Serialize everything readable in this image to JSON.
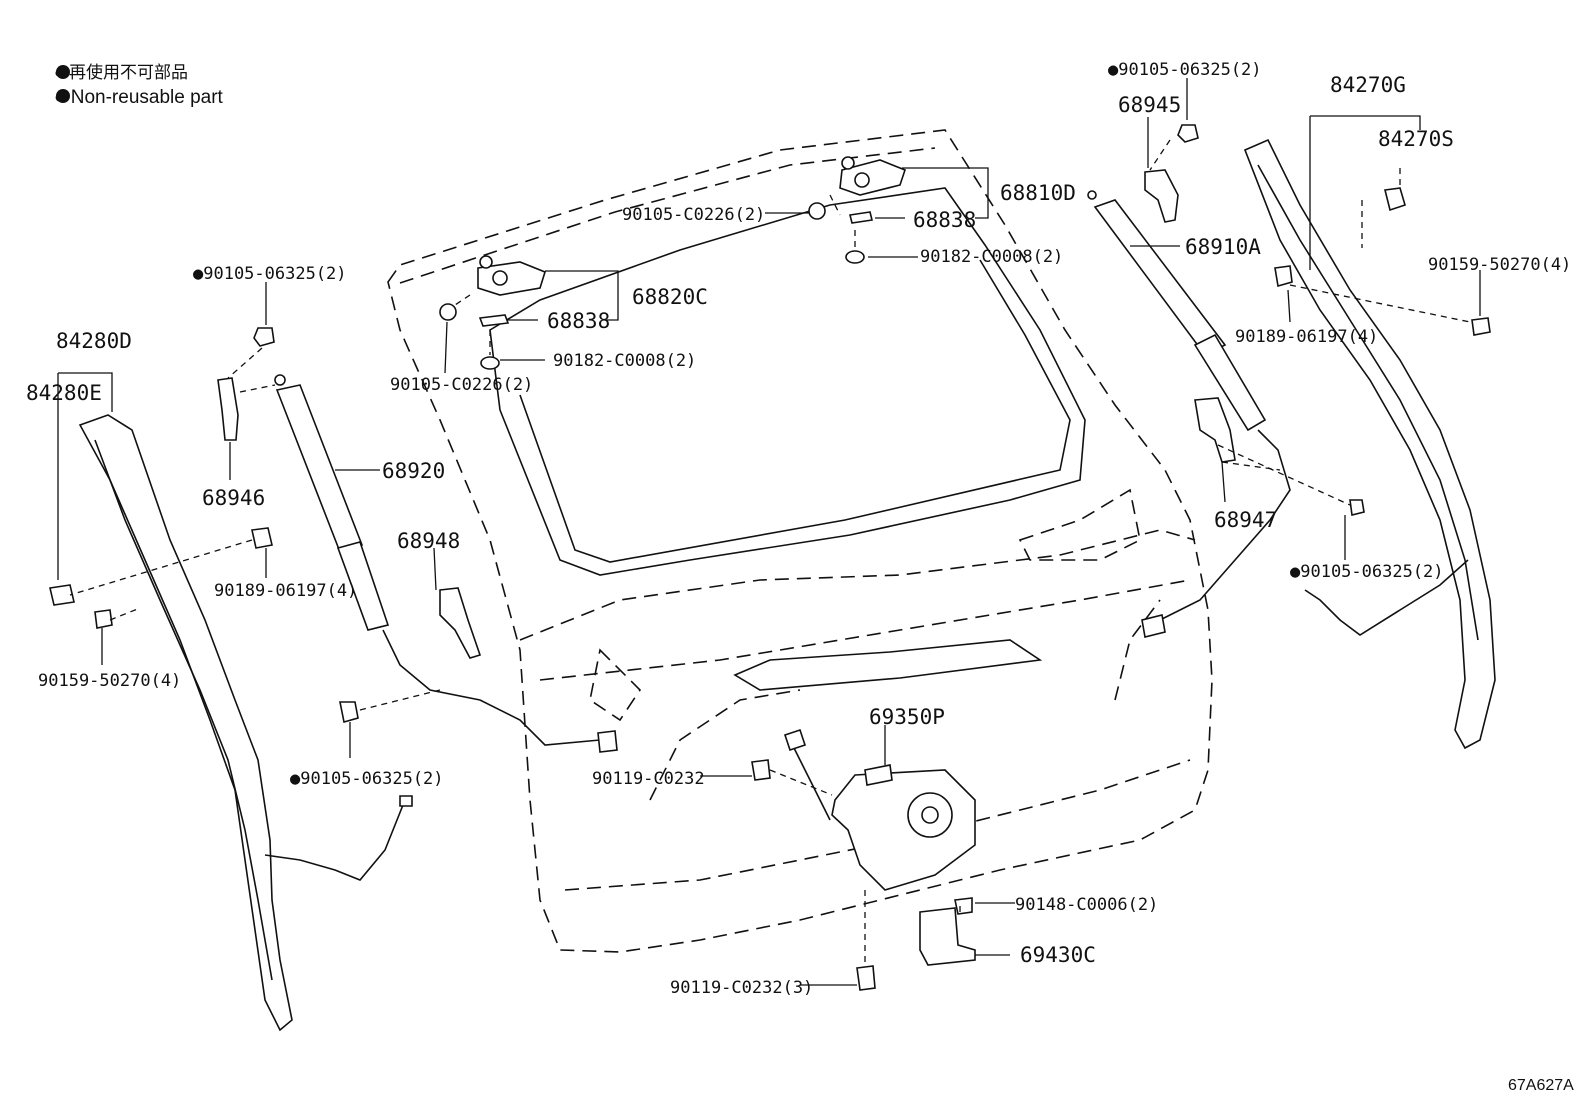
{
  "legend": {
    "line1": "● 再使用不可部品",
    "line2": "● Non-reusable part"
  },
  "figure_code": "67A627A",
  "parts": {
    "p_90105_06325_top_right": "●90105-06325(2)",
    "p_84270G": "84270G",
    "p_84270S": "84270S",
    "p_68945": "68945",
    "p_68810D": "68810D",
    "p_68838_upper": "68838",
    "p_90105_C0226_upper": "90105-C0226(2)",
    "p_90182_C0008_upper": "90182-C0008(2)",
    "p_68910A": "68910A",
    "p_90159_50270_right": "90159-50270(4)",
    "p_90189_06197_right": "90189-06197(4)",
    "p_68820C": "68820C",
    "p_68838_lower": "68838",
    "p_90182_C0008_lower": "90182-C0008(2)",
    "p_90105_C0226_lower": "90105-C0226(2)",
    "p_90105_06325_left_upper": "●90105-06325(2)",
    "p_84280D": "84280D",
    "p_84280E": "84280E",
    "p_68946": "68946",
    "p_68920": "68920",
    "p_68948": "68948",
    "p_90189_06197_left": "90189-06197(4)",
    "p_90159_50270_left": "90159-50270(4)",
    "p_90105_06325_left_lower": "●90105-06325(2)",
    "p_68947": "68947",
    "p_90105_06325_right_lower": "●90105-06325(2)",
    "p_69350P": "69350P",
    "p_90119_C0232": "90119-C0232",
    "p_90148_C0006": "90148-C0006(2)",
    "p_69430C": "69430C",
    "p_90119_C0232_3": "90119-C0232(3)"
  }
}
